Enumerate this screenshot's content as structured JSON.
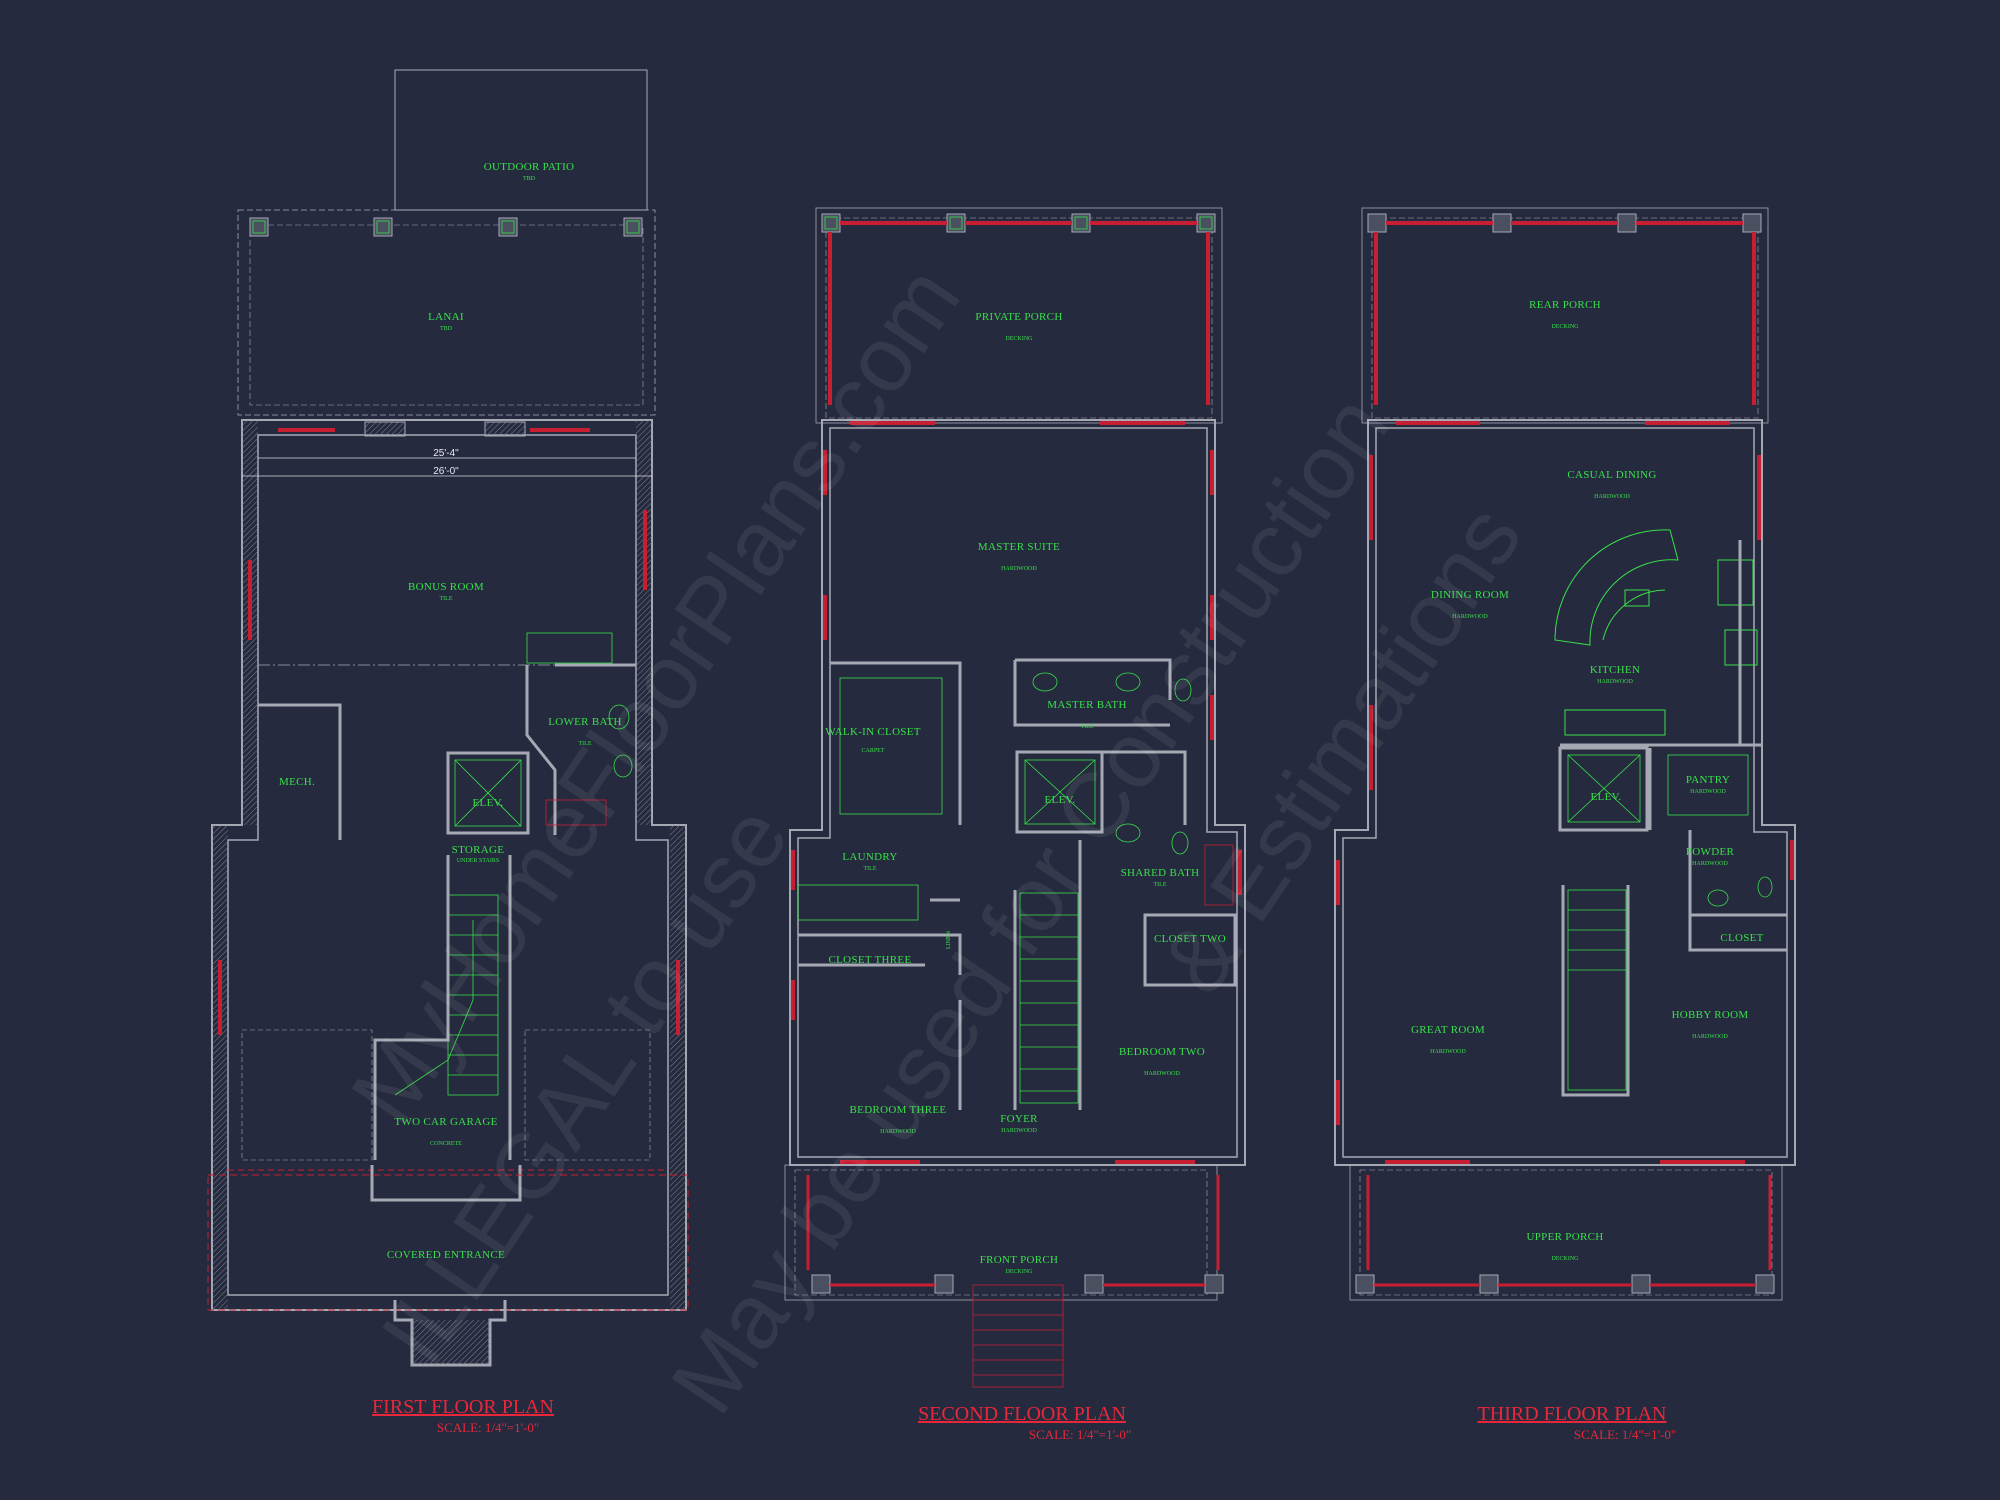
{
  "plans": [
    {
      "title": "FIRST FLOOR PLAN",
      "scale": "SCALE: 1/4\"=1'-0\"",
      "rooms": [
        {
          "name": "OUTDOOR PATIO",
          "sub": [
            "TBD"
          ]
        },
        {
          "name": "LANAI",
          "sub": [
            "TBD"
          ]
        },
        {
          "name": "BONUS ROOM",
          "sub": [
            "TILE"
          ]
        },
        {
          "name": "MECH.",
          "sub": []
        },
        {
          "name": "LOWER BATH",
          "sub": [
            "TILE"
          ]
        },
        {
          "name": "ELEV.",
          "sub": []
        },
        {
          "name": "STORAGE",
          "sub": [
            "UNDER STAIRS"
          ]
        },
        {
          "name": "TWO CAR GARAGE",
          "sub": [
            "CONCRETE"
          ]
        },
        {
          "name": "COVERED ENTRANCE",
          "sub": []
        }
      ],
      "dimensions": [
        "25'-4\"",
        "26'-0\""
      ]
    },
    {
      "title": "SECOND FLOOR PLAN",
      "scale": "SCALE: 1/4\"=1'-0\"",
      "rooms": [
        {
          "name": "PRIVATE PORCH",
          "sub": [
            "DECKING"
          ]
        },
        {
          "name": "MASTER SUITE",
          "sub": [
            "HARDWOOD"
          ]
        },
        {
          "name": "WALK-IN CLOSET",
          "sub": [
            "CARPET"
          ]
        },
        {
          "name": "MASTER BATH",
          "sub": [
            "TILE"
          ]
        },
        {
          "name": "ELEV.",
          "sub": []
        },
        {
          "name": "LAUNDRY",
          "sub": [
            "TILE"
          ]
        },
        {
          "name": "SHARED BATH",
          "sub": [
            "TILE"
          ]
        },
        {
          "name": "CLOSET THREE",
          "sub": []
        },
        {
          "name": "CLOSET TWO",
          "sub": []
        },
        {
          "name": "BEDROOM TWO",
          "sub": [
            "HARDWOOD"
          ]
        },
        {
          "name": "BEDROOM THREE",
          "sub": [
            "HARDWOOD"
          ]
        },
        {
          "name": "FOYER",
          "sub": [
            "HARDWOOD"
          ]
        },
        {
          "name": "FRONT PORCH",
          "sub": [
            "DECKING"
          ]
        },
        {
          "name": "LINEN",
          "sub": []
        }
      ]
    },
    {
      "title": "THIRD FLOOR PLAN",
      "scale": "SCALE: 1/4\"=1'-0\"",
      "rooms": [
        {
          "name": "REAR PORCH",
          "sub": [
            "DECKING"
          ]
        },
        {
          "name": "CASUAL DINING",
          "sub": [
            "HARDWOOD"
          ]
        },
        {
          "name": "DINING ROOM",
          "sub": [
            "HARDWOOD"
          ]
        },
        {
          "name": "KITCHEN",
          "sub": [
            "HARDWOOD"
          ]
        },
        {
          "name": "ELEV.",
          "sub": []
        },
        {
          "name": "PANTRY",
          "sub": [
            "HARDWOOD"
          ]
        },
        {
          "name": "POWDER",
          "sub": [
            "HARDWOOD"
          ]
        },
        {
          "name": "CLOSET",
          "sub": []
        },
        {
          "name": "GREAT ROOM",
          "sub": [
            "HARDWOOD"
          ]
        },
        {
          "name": "HOBBY ROOM",
          "sub": [
            "HARDWOOD"
          ]
        },
        {
          "name": "UPPER PORCH",
          "sub": [
            "DECKING"
          ]
        }
      ]
    }
  ],
  "watermarks": [
    "ILLEGAL to use",
    "MyHomeFloorPlans.com",
    "May be used for Construction",
    "& Estimations"
  ],
  "colors": {
    "background": "#252a3e",
    "walls": "#a6a9b4",
    "fixtures": "#38e04a",
    "windows": "#c81e32",
    "title": "#e8283a"
  }
}
